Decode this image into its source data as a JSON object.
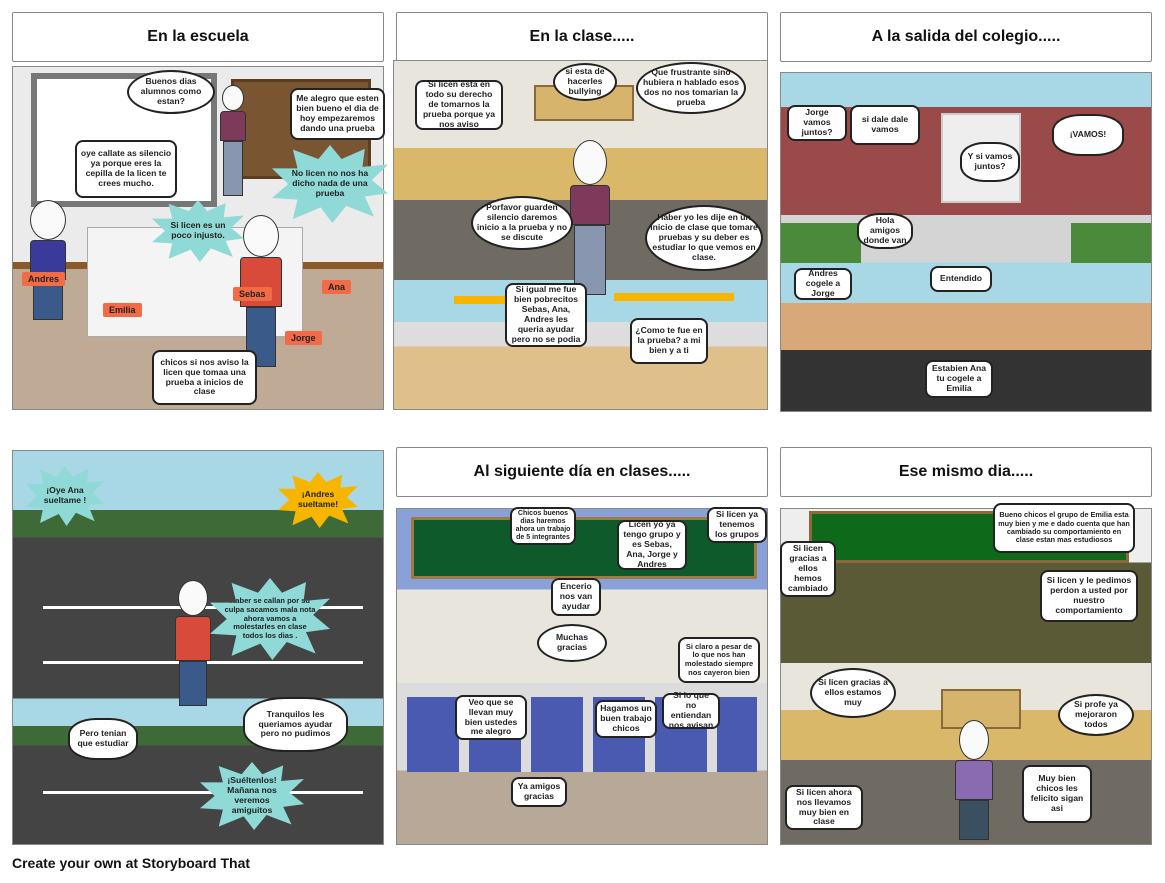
{
  "panels": [
    {
      "title": "En la escuela",
      "labels": [
        "Andres",
        "Emilia",
        "Sebas",
        "Ana",
        "Jorge"
      ],
      "bubbles": [
        "Buenos dias alumnos como estan?",
        "Me alegro que esten bien bueno el dia de hoy empezaremos dando una prueba",
        "oye callate as silencio ya porque eres la cepilla de la licen te crees mucho.",
        "No licen no nos ha dicho nada de una prueba",
        "Si licen es un poco injusto.",
        "chicos si nos aviso la licen que tomaa una prueba a inicios de clase"
      ]
    },
    {
      "title": "En la clase.....",
      "bubbles": [
        "Si licen esta en todo su derecho de tomarnos la prueba porque ya nos aviso",
        "si esta de hacerles bullying",
        "Que frustrante sino hubiera n hablado esos dos no nos tomarian la prueba",
        "Porfavor guarden silencio daremos inicio a la prueba y no se discute",
        "Haber yo les dije en un inicio de clase que tomare pruebas y su deber es estudiar lo que vemos en clase.",
        "Si igual me fue bien pobrecitos Sebas, Ana, Andres les queria ayudar pero no se podia",
        "¿Como te fue en la prueba? a mi bien y a ti"
      ]
    },
    {
      "title": "A la salida del colegio.....",
      "bubbles": [
        "Jorge vamos juntos?",
        "si dale dale vamos",
        "¡VAMOS!",
        "Y si vamos juntos?",
        "Hola amigos donde van",
        "Andres cogele a Jorge",
        "Entendido",
        "Estabien Ana tu cogele a Emilia"
      ]
    },
    {
      "title": "",
      "bubbles": [
        "¡Oye Ana sueltame !",
        "¡Andres sueltame!",
        "Haber se callan por su culpa sacamos mala nota ahora vamos a molestarles en clase todos los dias .",
        "Pero tenian que estudiar",
        "Tranquilos les queriamos ayudar pero no pudimos",
        "¡Suéltenlos! Mañana nos veremos amiguitos"
      ]
    },
    {
      "title": "Al siguiente día en clases.....",
      "bubbles": [
        "Chicos buenos dias haremos ahora un trabajo de 5 integrantes",
        "Si licen ya tenemos los grupos",
        "Licen yo ya tengo grupo y es Sebas, Ana, Jorge y Andres",
        "Encerio nos van ayudar",
        "Muchas gracias",
        "Si claro a pesar de lo que nos han molestado siempre nos cayeron bien",
        "Veo que se llevan muy bien ustedes me alegro",
        "Hagamos un buen trabajo chicos",
        "Si lo que no entiendan nos avisan",
        "Ya amigos gracias"
      ]
    },
    {
      "title": "Ese mismo dia.....",
      "bubbles": [
        "Bueno chicos el grupo de Emilia esta muy bien y me e dado cuenta que han cambiado su comportamiento en clase estan mas estudiosos",
        "Si licen gracias a ellos hemos cambiado",
        "Si licen y le pedimos perdon a usted por nuestro comportamiento",
        "Si licen gracias a ellos estamos muy",
        "Si profe ya mejoraron todos",
        "Si licen ahora nos llevamos muy bien en clase",
        "Muy bien chicos les felicito sigan asi"
      ]
    }
  ],
  "footer": "Create your own at Storyboard That"
}
